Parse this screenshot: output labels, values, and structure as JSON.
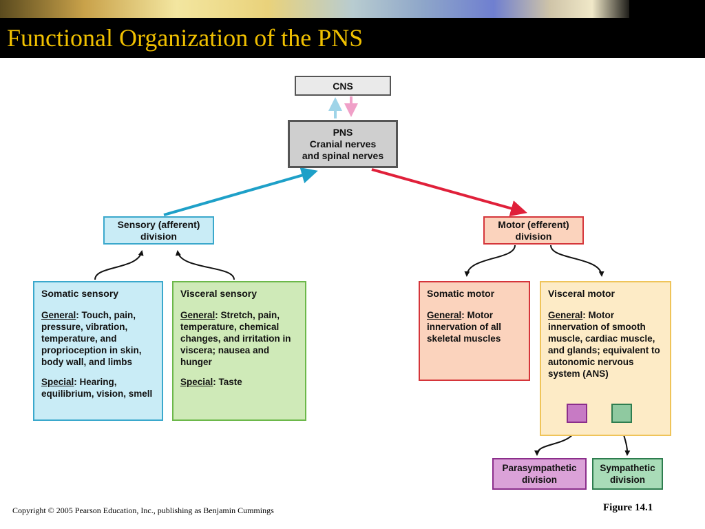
{
  "slide_title": "Functional Organization of the PNS",
  "nodes": {
    "cns": {
      "label": "CNS"
    },
    "pns": {
      "line1": "PNS",
      "line2": "Cranial nerves",
      "line3": "and spinal nerves"
    },
    "sensory": {
      "line1": "Sensory (afferent)",
      "line2": "division"
    },
    "motor": {
      "line1": "Motor (efferent)",
      "line2": "division"
    },
    "somatic_sensory": {
      "title": "Somatic sensory",
      "general_label": "General",
      "general_text": ": Touch, pain, pressure, vibration, temperature, and proprioception in skin, body wall, and limbs",
      "special_label": "Special",
      "special_text": ": Hearing, equilibrium, vision, smell"
    },
    "visceral_sensory": {
      "title": "Visceral sensory",
      "general_label": "General",
      "general_text": ": Stretch, pain, temperature, chemical changes, and irritation in viscera; nausea and hunger",
      "special_label": "Special",
      "special_text": ": Taste"
    },
    "somatic_motor": {
      "title": "Somatic motor",
      "general_label": "General",
      "general_text": ": Motor innervation of all skeletal muscles"
    },
    "visceral_motor": {
      "title": "Visceral motor",
      "general_label": "General",
      "general_text": ": Motor innervation of smooth muscle, cardiac muscle, and glands; equivalent to autonomic nervous system (ANS)"
    },
    "parasympathetic": {
      "line1": "Parasympathetic",
      "line2": "division"
    },
    "sympathetic": {
      "line1": "Sympathetic",
      "line2": "division"
    }
  },
  "colors": {
    "title": "#f0c000",
    "sensory_arrow": "#1ea0c8",
    "motor_arrow": "#e0203a",
    "cns_up_arrow": "#9fd4e8",
    "cns_down_arrow": "#f0a0c8"
  },
  "footer": {
    "copyright": "Copyright © 2005 Pearson Education, Inc., publishing as Benjamin Cummings",
    "figure": "Figure 14.1"
  }
}
